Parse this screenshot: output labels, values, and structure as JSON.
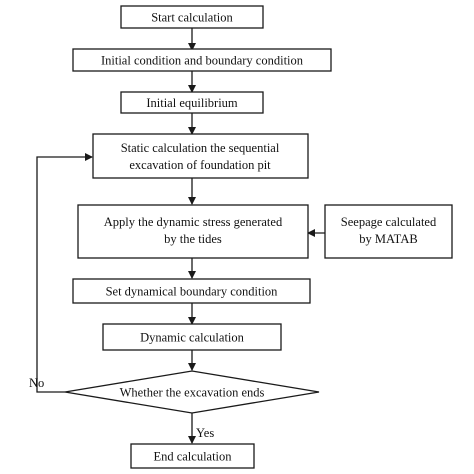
{
  "diagram": {
    "nodes": {
      "start": {
        "lines": [
          "Start calculation"
        ]
      },
      "initial": {
        "lines": [
          "Initial condition and boundary condition"
        ]
      },
      "equilibrium": {
        "lines": [
          "Initial equilibrium"
        ]
      },
      "static": {
        "lines": [
          "Static calculation the sequential",
          "excavation of foundation pit"
        ]
      },
      "apply": {
        "lines": [
          "Apply the dynamic stress generated",
          "by the tides"
        ]
      },
      "seepage": {
        "lines": [
          "Seepage calculated",
          "by MATAB"
        ]
      },
      "setbc": {
        "lines": [
          "Set dynamical boundary condition"
        ]
      },
      "dynamic": {
        "lines": [
          "Dynamic calculation"
        ]
      },
      "decision": {
        "lines": [
          "Whether the excavation ends"
        ]
      },
      "end": {
        "lines": [
          "End calculation"
        ]
      }
    },
    "edges": {
      "no_label": "No",
      "yes_label": "Yes"
    }
  }
}
